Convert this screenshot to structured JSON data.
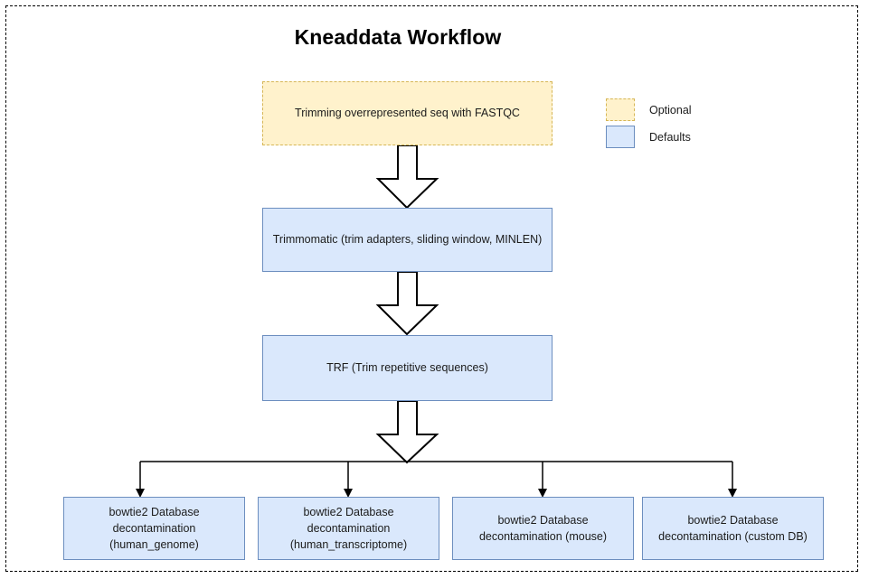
{
  "title": "Kneaddata Workflow",
  "colors": {
    "optional_fill": "#fff2cc",
    "optional_stroke": "#d6b656",
    "defaults_fill": "#dae8fc",
    "defaults_stroke": "#6c8ebf",
    "edge_stroke": "#000000",
    "background": "#ffffff"
  },
  "legend": {
    "items": [
      {
        "label": "Optional",
        "style": "optional"
      },
      {
        "label": "Defaults",
        "style": "defaults"
      }
    ]
  },
  "nodes": {
    "fastqc": "Trimming overrepresented seq with FASTQC",
    "trimmomatic": "Trimmomatic (trim adapters, sliding window, MINLEN)",
    "trf": "TRF (Trim repetitive sequences)",
    "databases": [
      "bowtie2 Database decontamination (human_genome)",
      "bowtie2 Database decontamination (human_transcriptome)",
      "bowtie2 Database decontamination (mouse)",
      "bowtie2 Database decontamination (custom DB)"
    ]
  }
}
